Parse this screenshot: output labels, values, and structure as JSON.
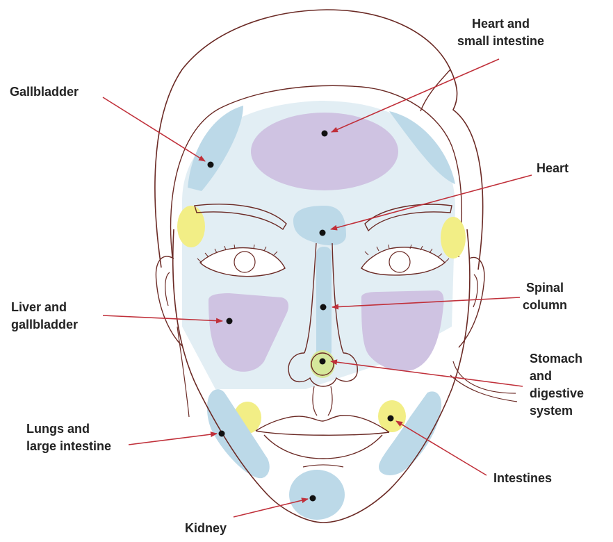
{
  "colors": {
    "outline": "#6b2a25",
    "arrow": "#c0303a",
    "dot": "#111111",
    "blue_zone": "#bcd9e8",
    "light_blue_zone": "#dbeaf1",
    "purple_zone": "#cfc3e2",
    "yellow_zone": "#f2ee86",
    "green_zone": "#d5e89b"
  },
  "labels": {
    "heart_small_intestine": [
      "Heart and",
      "small intestine"
    ],
    "gallbladder": [
      "Gallbladder"
    ],
    "heart": [
      "Heart"
    ],
    "spinal_column": [
      "Spinal",
      "column"
    ],
    "liver_gallbladder": [
      "Liver and",
      "gallbladder"
    ],
    "stomach_digestive": [
      "Stomach",
      "and",
      "digestive",
      "system"
    ],
    "lungs_large_intestine": [
      "Lungs and",
      "large intestine"
    ],
    "intestines": [
      "Intestines"
    ],
    "kidney": [
      "Kidney"
    ]
  }
}
